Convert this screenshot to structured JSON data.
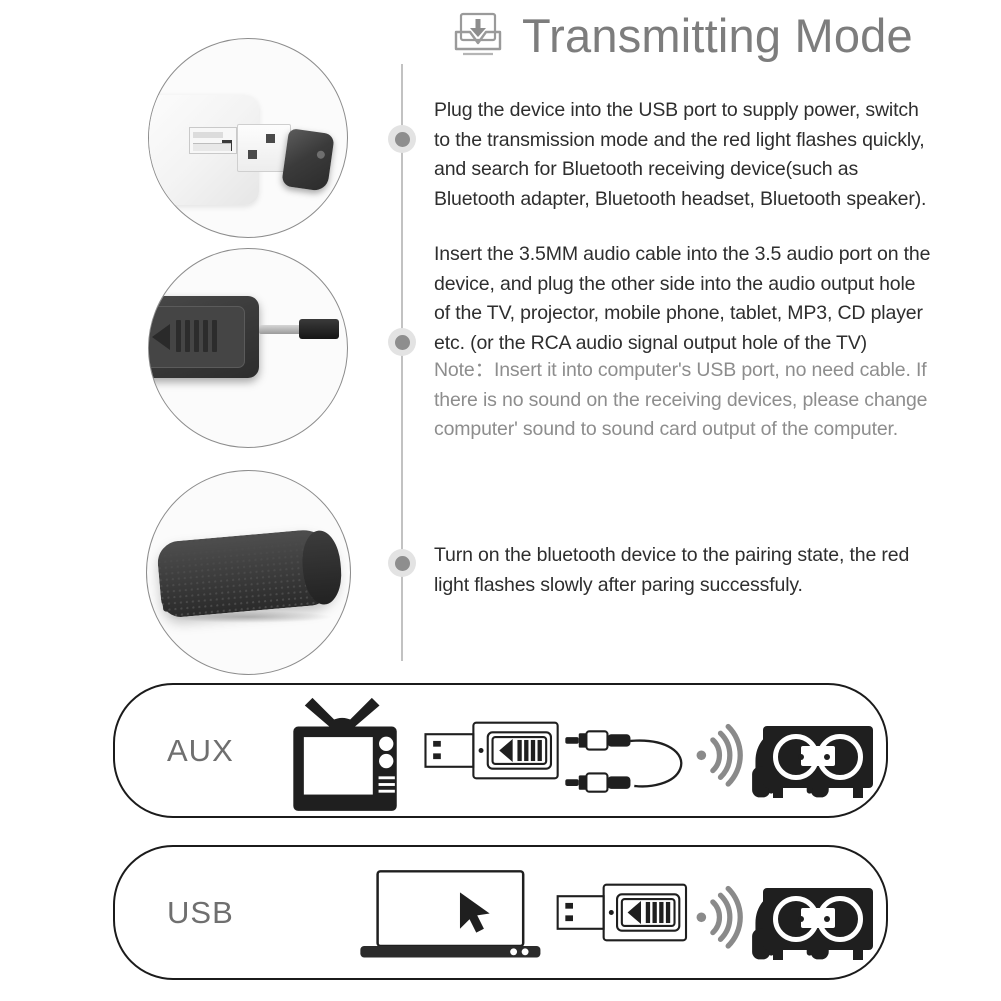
{
  "header": {
    "icon": "transmit-download-icon",
    "title": "Transmitting Mode",
    "title_color": "#7d7d7d"
  },
  "timeline": {
    "line_color": "#c2c2c2",
    "dot_color": "#8e8e8e",
    "dot_ring_color": "#e3e3e3",
    "dots": [
      {
        "name": "step-1-dot"
      },
      {
        "name": "step-2-dot"
      },
      {
        "name": "step-3-dot"
      }
    ]
  },
  "photos": [
    {
      "name": "usb-charger-photo",
      "caption": "White USB wall charger with black Bluetooth USB dongle"
    },
    {
      "name": "adapter-audio-jack-photo",
      "caption": "Black Bluetooth adapter with 3.5mm audio jack connected"
    },
    {
      "name": "bluetooth-speaker-photo",
      "caption": "Black mesh Bluetooth speaker"
    }
  ],
  "steps": [
    {
      "id": "step-1",
      "text": "Plug the device into the USB port to supply power, switch to the transmission mode and the red light flashes quickly, and search for Bluetooth receiving device(such as Bluetooth adapter, Bluetooth headset, Bluetooth speaker).",
      "color": "#2e2e2e"
    },
    {
      "id": "step-2",
      "text": "Insert the 3.5MM audio cable into the 3.5 audio port on the device, and plug the other side into the audio output hole of the TV, projector, mobile phone, tablet, MP3, CD player etc. (or the RCA audio signal output hole of the TV)",
      "color": "#2e2e2e"
    },
    {
      "id": "step-3",
      "text": "Turn on the bluetooth device to the pairing state, the red light flashes slowly after paring successfuly.",
      "color": "#2e2e2e"
    }
  ],
  "note": {
    "text": "Note：Insert it into computer's USB port, no need cable. If there is no sound on the receiving devices, please change computer' sound to sound card output of the computer.",
    "color": "#8d8d8d"
  },
  "diagram_panels": [
    {
      "id": "panel-aux",
      "label": "AUX",
      "label_color": "#6f6f6f",
      "border_color": "#1b1b1b",
      "icons": [
        "crt-tv-icon",
        "usb-bluetooth-dongle-icon",
        "aux-3.5mm-cable-icon",
        "bluetooth-signal-waves-icon",
        "headphones-icon",
        "stereo-speaker-icon"
      ]
    },
    {
      "id": "panel-usb",
      "label": "USB",
      "label_color": "#6f6f6f",
      "border_color": "#1b1b1b",
      "icons": [
        "laptop-cursor-icon",
        "usb-bluetooth-dongle-icon",
        "bluetooth-signal-waves-icon",
        "headphones-icon",
        "stereo-speaker-icon"
      ]
    }
  ]
}
